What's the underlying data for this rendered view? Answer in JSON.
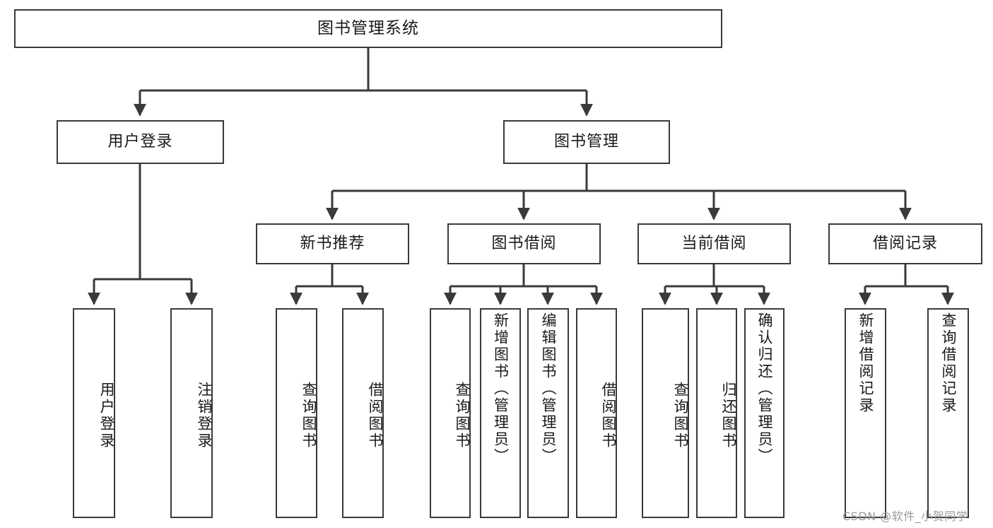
{
  "diagram": {
    "title": "图书管理系统",
    "type": "tree-hierarchy-diagram",
    "watermark": "CSDN @软件_小贺同学",
    "nodes": {
      "root": {
        "label": "图书管理系统"
      },
      "level2": [
        {
          "id": "user-login",
          "label": "用户登录"
        },
        {
          "id": "book-management",
          "label": "图书管理"
        }
      ],
      "level3": [
        {
          "id": "new-book-recommend",
          "label": "新书推荐"
        },
        {
          "id": "book-borrow",
          "label": "图书借阅"
        },
        {
          "id": "current-borrow",
          "label": "当前借阅"
        },
        {
          "id": "borrow-record",
          "label": "借阅记录"
        }
      ],
      "leaves": {
        "user-login": [
          {
            "id": "leaf-user-login",
            "label": "用户登录"
          },
          {
            "id": "leaf-user-logout",
            "label": "注销登录"
          }
        ],
        "new-book-recommend": [
          {
            "id": "leaf-query-book-1",
            "label": "查询图书"
          },
          {
            "id": "leaf-borrow-book-1",
            "label": "借阅图书"
          }
        ],
        "book-borrow": [
          {
            "id": "leaf-query-book-2",
            "label": "查询图书"
          },
          {
            "id": "leaf-add-book",
            "label": "新增图书（管理员）"
          },
          {
            "id": "leaf-edit-book",
            "label": "编辑图书（管理员）"
          },
          {
            "id": "leaf-borrow-book-2",
            "label": "借阅图书"
          }
        ],
        "current-borrow": [
          {
            "id": "leaf-query-book-3",
            "label": "查询图书"
          },
          {
            "id": "leaf-return-book",
            "label": "归还图书"
          },
          {
            "id": "leaf-confirm-return",
            "label": "确认归还（管理员）"
          }
        ],
        "borrow-record": [
          {
            "id": "leaf-add-record",
            "label": "新增借阅记录"
          },
          {
            "id": "leaf-query-record",
            "label": "查询借阅记录"
          }
        ]
      }
    },
    "colors": {
      "border": "#3a3a3a",
      "background": "#ffffff",
      "text": "#1a1a1a",
      "watermark": "#9a9a9a"
    }
  }
}
